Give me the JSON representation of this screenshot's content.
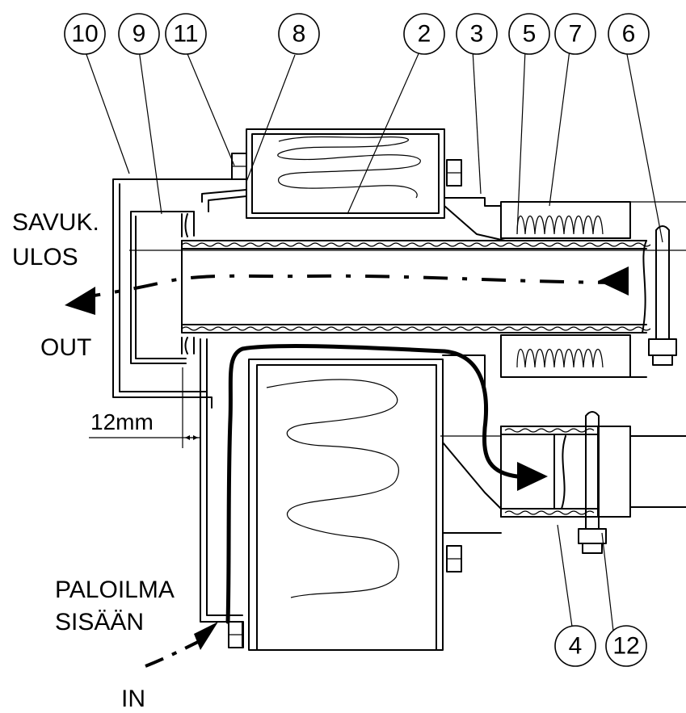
{
  "callouts": [
    {
      "id": "c10",
      "number": "10"
    },
    {
      "id": "c9",
      "number": "9"
    },
    {
      "id": "c11",
      "number": "11"
    },
    {
      "id": "c8",
      "number": "8"
    },
    {
      "id": "c2",
      "number": "2"
    },
    {
      "id": "c3",
      "number": "3"
    },
    {
      "id": "c5",
      "number": "5"
    },
    {
      "id": "c7",
      "number": "7"
    },
    {
      "id": "c6",
      "number": "6"
    },
    {
      "id": "c4",
      "number": "4"
    },
    {
      "id": "c12",
      "number": "12"
    }
  ],
  "labels": {
    "savuk": "SAVUK.",
    "ulos": "ULOS",
    "out": "OUT",
    "dimension": "12mm",
    "paloilma": "PALOILMA",
    "sisaan": "SISÄÄN",
    "in": "IN"
  }
}
